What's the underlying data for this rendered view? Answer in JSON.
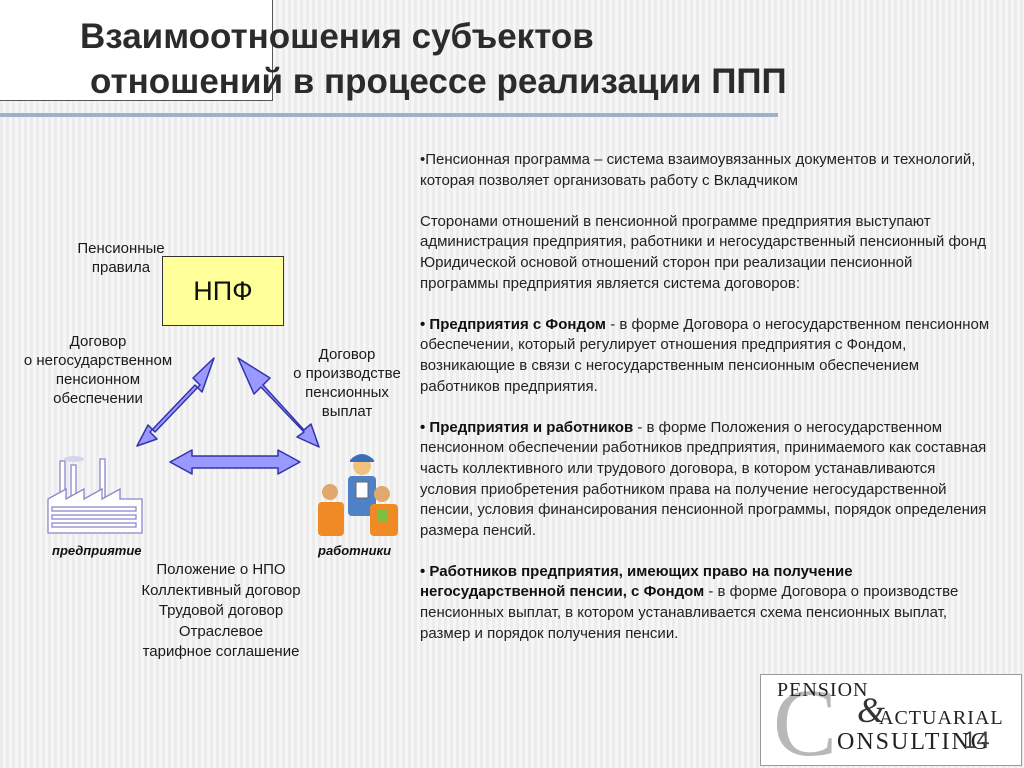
{
  "title": {
    "line1": "Взаимоотношения субъектов",
    "line2": "отношений в процессе реализации ППП"
  },
  "diagram": {
    "center_box": "НПФ",
    "label_rules": [
      "Пенсионные",
      "правила"
    ],
    "label_left": [
      "Договор",
      "о негосударственном",
      "пенсионном",
      "обеспечении"
    ],
    "label_right": [
      "Договор",
      "о производстве",
      "пенсионных",
      "выплат"
    ],
    "caption_enterprise": "предприятие",
    "caption_workers": "работники",
    "bottom_list": [
      "Положение о НПО",
      "Коллективный договор",
      "Трудовой договор",
      "Отраслевое",
      "тарифное соглашение"
    ],
    "colors": {
      "npf_fill": "#ffff99",
      "arrow_fill": "#9999ff",
      "arrow_stroke": "#3333aa"
    }
  },
  "text": {
    "intro": "•Пенсионная программа – система взаимоувязанных документов и технологий, которая позволяет организовать работу с Вкладчиком",
    "parties": "Сторонами отношений в пенсионной программе предприятия выступают администрация предприятия, работники и негосударственный пенсионный фонд",
    "legal_basis": "Юридической основой отношений сторон при реализации пенсионной программы предприятия является система договоров:",
    "b1_bold": "• Предприятия с Фондом",
    "b1_rest": " - в форме Договора о негосударственном пенсионном обеспечении, который регулирует отношения предприятия с Фондом, возникающие в связи с негосударственным пенсионным обеспечением работников предприятия.",
    "b2_bold": "• Предприятия и работников",
    "b2_rest": " - в форме Положения о негосударственном пенсионном обеспечении работников предприятия, принимаемого как составная часть коллективного или трудового договора, в котором устанавливаются условия приобретения работником права на получение негосударственной пенсии, условия финансирования пенсионной программы, порядок определения размера пенсий.",
    "b3_bold": "• Работников предприятия, имеющих право на получение негосударственной пенсии, с Фондом",
    "b3_rest": " - в форме Договора о производстве пенсионных выплат, в котором устанавливается схема пенсионных выплат, размер и порядок получения пенсии."
  },
  "logo": {
    "pension": "PENSION",
    "amp": "&",
    "actuarial": "ACTUARIAL",
    "c": "C",
    "onsulting": "ONSULTING",
    "page": "14"
  }
}
